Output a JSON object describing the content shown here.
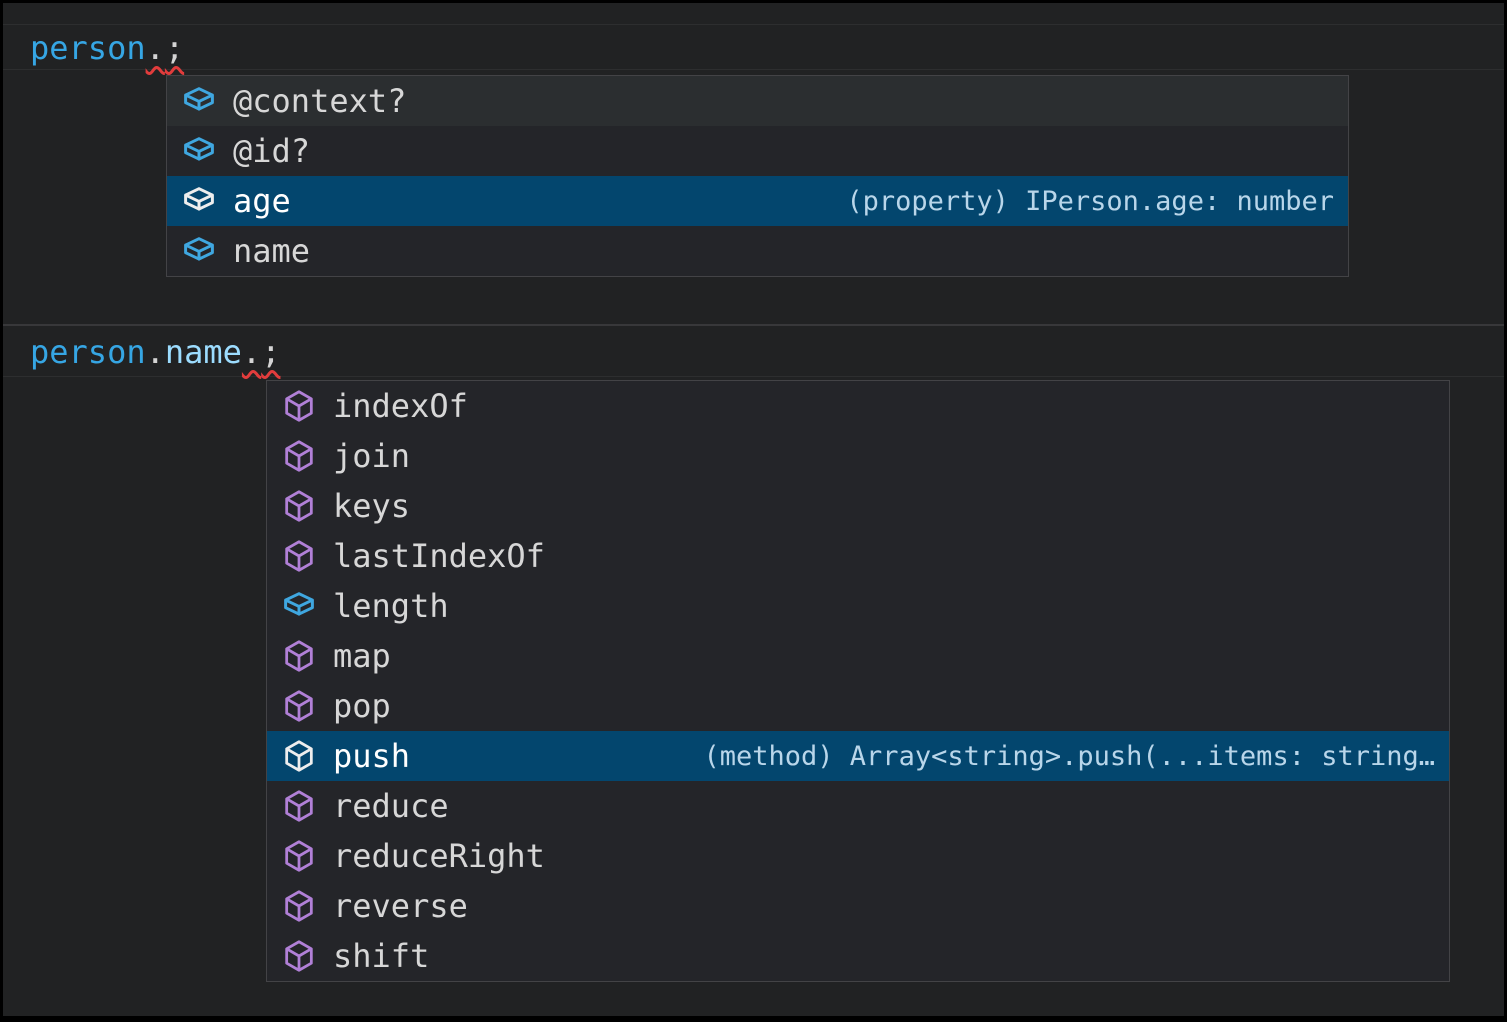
{
  "colors": {
    "editor_background": "#212223",
    "popup_background": "#242529",
    "popup_hover_background": "#2b2e30",
    "popup_selected_background": "#03466e",
    "variable_token": "#36a6e4",
    "property_token": "#9cdcfe",
    "error_squiggle": "#e23c3c",
    "field_icon": "#3fa7e0",
    "method_icon": "#b180d7"
  },
  "code_lines": [
    {
      "name": "code-line-1",
      "tokens": [
        {
          "text": "person",
          "type": "variable",
          "error": false
        },
        {
          "text": ".",
          "type": "punct",
          "error": true
        },
        {
          "text": ";",
          "type": "punct",
          "error": true
        }
      ]
    },
    {
      "name": "code-line-2",
      "tokens": [
        {
          "text": "person",
          "type": "variable",
          "error": false
        },
        {
          "text": ".",
          "type": "punct",
          "error": false
        },
        {
          "text": "name",
          "type": "property",
          "error": false
        },
        {
          "text": ".",
          "type": "punct",
          "error": true
        },
        {
          "text": ";",
          "type": "punct",
          "error": true
        }
      ]
    }
  ],
  "suggest_popups": [
    {
      "name": "suggest-widget-1",
      "items": [
        {
          "label": "@context?",
          "icon": "field",
          "state": "hover",
          "detail": ""
        },
        {
          "label": "@id?",
          "icon": "field",
          "state": "",
          "detail": ""
        },
        {
          "label": "age",
          "icon": "field",
          "state": "selected",
          "detail": "(property) IPerson.age: number"
        },
        {
          "label": "name",
          "icon": "field",
          "state": "",
          "detail": ""
        }
      ]
    },
    {
      "name": "suggest-widget-2",
      "items": [
        {
          "label": "indexOf",
          "icon": "method",
          "state": "",
          "detail": ""
        },
        {
          "label": "join",
          "icon": "method",
          "state": "",
          "detail": ""
        },
        {
          "label": "keys",
          "icon": "method",
          "state": "",
          "detail": ""
        },
        {
          "label": "lastIndexOf",
          "icon": "method",
          "state": "",
          "detail": ""
        },
        {
          "label": "length",
          "icon": "field",
          "state": "",
          "detail": ""
        },
        {
          "label": "map",
          "icon": "method",
          "state": "",
          "detail": ""
        },
        {
          "label": "pop",
          "icon": "method",
          "state": "",
          "detail": ""
        },
        {
          "label": "push",
          "icon": "method",
          "state": "selected",
          "detail": "(method) Array<string>.push(...items: string…"
        },
        {
          "label": "reduce",
          "icon": "method",
          "state": "",
          "detail": ""
        },
        {
          "label": "reduceRight",
          "icon": "method",
          "state": "",
          "detail": ""
        },
        {
          "label": "reverse",
          "icon": "method",
          "state": "",
          "detail": ""
        },
        {
          "label": "shift",
          "icon": "method",
          "state": "",
          "detail": ""
        }
      ]
    }
  ]
}
